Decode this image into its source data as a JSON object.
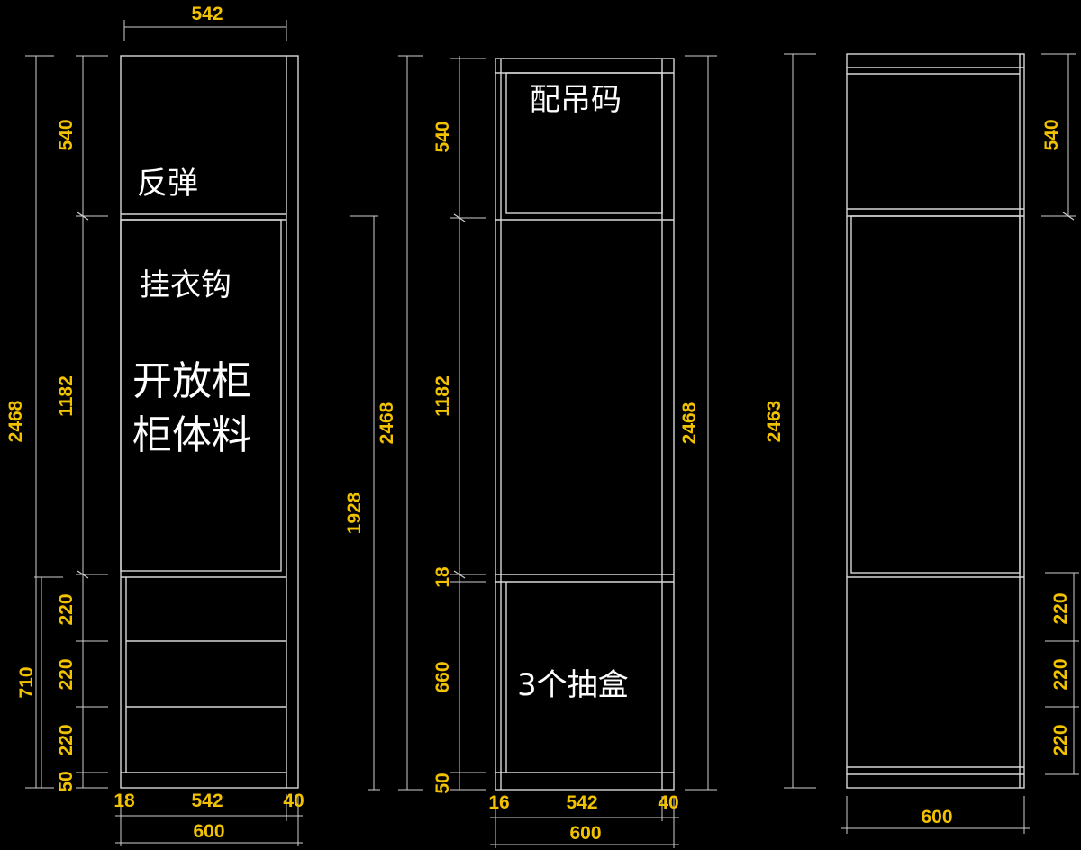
{
  "colors": {
    "background": "#000000",
    "lines": "#d8d8d8",
    "dimension_text": "#f2c200",
    "note_text": "#ffffff"
  },
  "view1": {
    "dims": {
      "top_width": "542",
      "height_top": "540",
      "height_mid": "1182",
      "height_total": "2468",
      "drawer1": "220",
      "drawer2": "220",
      "drawer3": "220",
      "drawer_zone": "710",
      "base": "50",
      "bottom_left": "18",
      "bottom_mid": "542",
      "bottom_right": "40",
      "total_width": "600"
    },
    "notes": {
      "rebound": "反弹",
      "hook": "挂衣钩",
      "open_cabinet": "开放柜",
      "body_material": "柜体料"
    }
  },
  "view2": {
    "dims": {
      "height_top": "540",
      "height_mid": "1182",
      "height_total_inner": "2468",
      "height_total_outer": "2468",
      "height_1928": "1928",
      "shelf": "18",
      "drawer_zone": "660",
      "base": "50",
      "bottom_left": "16",
      "bottom_mid": "542",
      "bottom_right": "40",
      "total_width": "600"
    },
    "notes": {
      "hanging_code": "配吊码",
      "drawers": "3个抽盒"
    }
  },
  "view3": {
    "dims": {
      "height_total": "2463",
      "height_top": "540",
      "drawer1": "220",
      "drawer2": "220",
      "drawer3": "220",
      "total_width": "600"
    }
  }
}
